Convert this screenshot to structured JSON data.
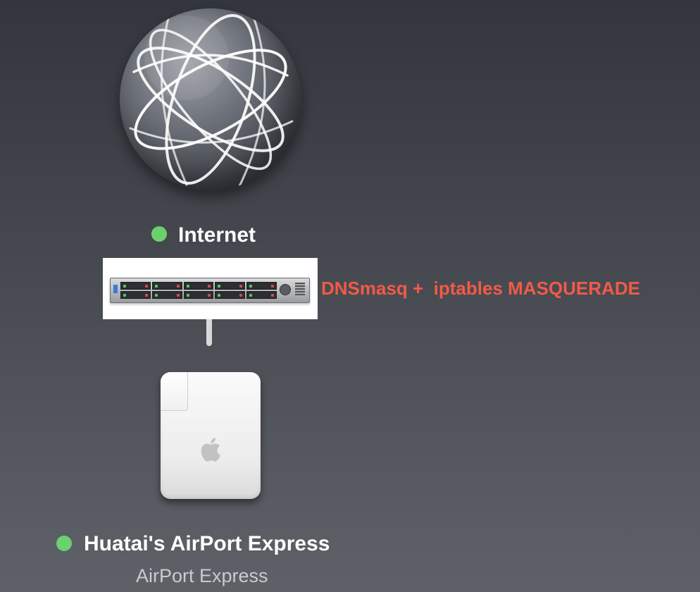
{
  "internet": {
    "label": "Internet",
    "status_color": "#6bd16e"
  },
  "server": {
    "label": "DNSmasq +  iptables MASQUERADE",
    "label_color": "#f25a47"
  },
  "device": {
    "name": "Huatai's AirPort Express",
    "model": "AirPort Express",
    "status_color": "#6bd16e"
  }
}
